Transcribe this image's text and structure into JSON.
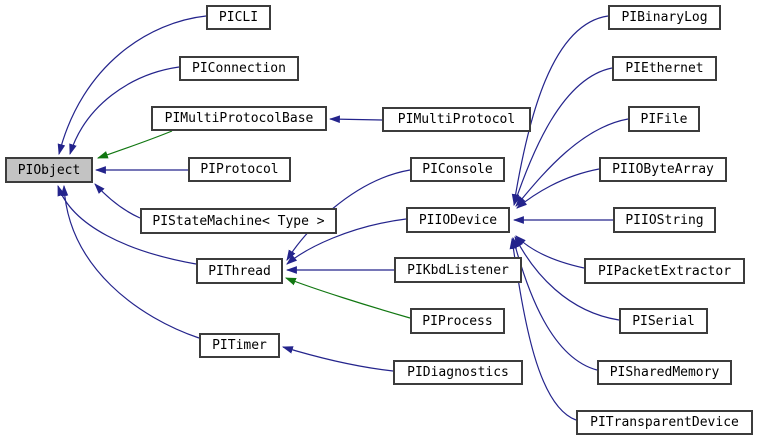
{
  "diagram": {
    "type": "class-inheritance-graph",
    "background_color": "#ffffff",
    "colors": {
      "public_inheritance_edge": "#24248c",
      "protected_inheritance_edge": "#117711",
      "node_border": "#3c3c3c",
      "node_fill": "#ffffff",
      "selected_node_fill": "#c3c3c3",
      "text": "#000000"
    }
  },
  "nodes": {
    "piobject": {
      "label": "PIObject",
      "selected": true
    },
    "picli": {
      "label": "PICLI"
    },
    "piconnection": {
      "label": "PIConnection"
    },
    "pimultiprotocolbase": {
      "label": "PIMultiProtocolBase"
    },
    "pimultiprotocol": {
      "label": "PIMultiProtocol"
    },
    "piprotocol": {
      "label": "PIProtocol"
    },
    "pistatemachine": {
      "label": "PIStateMachine< Type >"
    },
    "piconsole": {
      "label": "PIConsole"
    },
    "piiodevice": {
      "label": "PIIODevice"
    },
    "pithread": {
      "label": "PIThread"
    },
    "pikbdlistener": {
      "label": "PIKbdListener"
    },
    "piprocess": {
      "label": "PIProcess"
    },
    "pitimer": {
      "label": "PITimer"
    },
    "pidiagnostics": {
      "label": "PIDiagnostics"
    },
    "pibinarylog": {
      "label": "PIBinaryLog"
    },
    "piethernet": {
      "label": "PIEthernet"
    },
    "pifile": {
      "label": "PIFile"
    },
    "piiobytearray": {
      "label": "PIIOByteArray"
    },
    "piiostring": {
      "label": "PIIOString"
    },
    "pipacketextractor": {
      "label": "PIPacketExtractor"
    },
    "piserial": {
      "label": "PISerial"
    },
    "pisharedmemory": {
      "label": "PISharedMemory"
    },
    "pitransparentdevice": {
      "label": "PITransparentDevice"
    }
  },
  "edges": [
    {
      "from": "PICLI",
      "to": "PIObject",
      "relation": "public"
    },
    {
      "from": "PIConnection",
      "to": "PIObject",
      "relation": "public"
    },
    {
      "from": "PIMultiProtocolBase",
      "to": "PIObject",
      "relation": "protected"
    },
    {
      "from": "PIProtocol",
      "to": "PIObject",
      "relation": "public"
    },
    {
      "from": "PIStateMachine< Type >",
      "to": "PIObject",
      "relation": "public"
    },
    {
      "from": "PIThread",
      "to": "PIObject",
      "relation": "public"
    },
    {
      "from": "PITimer",
      "to": "PIObject",
      "relation": "public"
    },
    {
      "from": "PIMultiProtocol",
      "to": "PIMultiProtocolBase",
      "relation": "public"
    },
    {
      "from": "PIConsole",
      "to": "PIThread",
      "relation": "public"
    },
    {
      "from": "PIIODevice",
      "to": "PIThread",
      "relation": "public"
    },
    {
      "from": "PIKbdListener",
      "to": "PIThread",
      "relation": "public"
    },
    {
      "from": "PIProcess",
      "to": "PIThread",
      "relation": "protected"
    },
    {
      "from": "PIDiagnostics",
      "to": "PITimer",
      "relation": "public"
    },
    {
      "from": "PIBinaryLog",
      "to": "PIIODevice",
      "relation": "public"
    },
    {
      "from": "PIEthernet",
      "to": "PIIODevice",
      "relation": "public"
    },
    {
      "from": "PIFile",
      "to": "PIIODevice",
      "relation": "public"
    },
    {
      "from": "PIIOByteArray",
      "to": "PIIODevice",
      "relation": "public"
    },
    {
      "from": "PIIOString",
      "to": "PIIODevice",
      "relation": "public"
    },
    {
      "from": "PIPacketExtractor",
      "to": "PIIODevice",
      "relation": "public"
    },
    {
      "from": "PISerial",
      "to": "PIIODevice",
      "relation": "public"
    },
    {
      "from": "PISharedMemory",
      "to": "PIIODevice",
      "relation": "public"
    },
    {
      "from": "PITransparentDevice",
      "to": "PIIODevice",
      "relation": "public"
    }
  ]
}
